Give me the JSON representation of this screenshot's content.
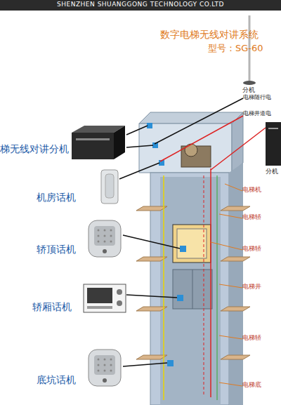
{
  "diagram": {
    "title": "数字电梯无线对讲系统",
    "nodes": [
      {
        "text": [
          "梯无线对讲分机"
        ]
      },
      {
        "text": [
          "机房话机"
        ]
      },
      {
        "text": [
          "轿顶话机"
        ]
      },
      {
        "text": [
          "轿厢话机"
        ]
      },
      {
        "text": [
          "底坑话机"
        ]
      },
      {
        "text": [
          "分机"
        ]
      }
    ],
    "labels": [
      "SHENZHEN SHUANGGONG TECHNOLOGY CO.LTD",
      "型号：SG-60",
      "分机",
      "电梯随行电",
      "电梯井道电",
      "电梯机",
      "电梯轿",
      "电梯轿",
      "电梯井",
      "电梯轿",
      "电梯底"
    ]
  }
}
